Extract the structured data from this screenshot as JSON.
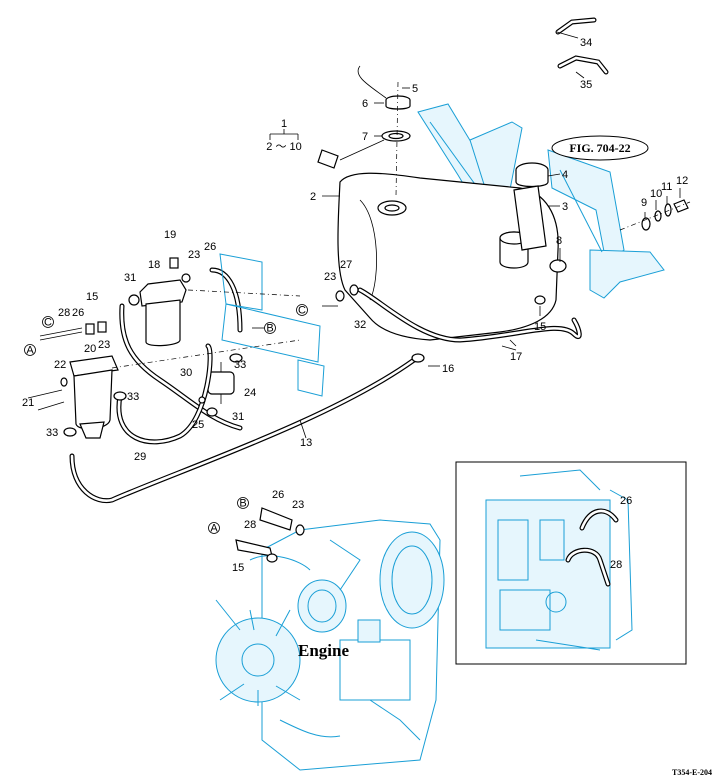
{
  "figure_ref": "FIG. 704-22",
  "group_label": {
    "top": "1",
    "range": "2 ～ 10"
  },
  "engine_label": "Engine",
  "drawing_code": "T354-E-204",
  "connector_marks": {
    "a": "A",
    "b": "B",
    "c": "C"
  },
  "parts": {
    "p2": "2",
    "p3": "3",
    "p4": "4",
    "p5": "5",
    "p6": "6",
    "p7": "7",
    "p8": "8",
    "p9": "9",
    "p10": "10",
    "p11": "11",
    "p12": "12",
    "p13": "13",
    "p15": "15",
    "p16": "16",
    "p17": "17",
    "p18": "18",
    "p19": "19",
    "p20": "20",
    "p21": "21",
    "p22": "22",
    "p23": "23",
    "p24": "24",
    "p25": "25",
    "p26": "26",
    "p27": "27",
    "p28": "28",
    "p29": "29",
    "p30": "30",
    "p31": "31",
    "p32": "32",
    "p33": "33",
    "p34": "34",
    "p35": "35"
  },
  "colors": {
    "line": "#000000",
    "engine_blue": "#1a9fd6",
    "background": "#ffffff"
  }
}
